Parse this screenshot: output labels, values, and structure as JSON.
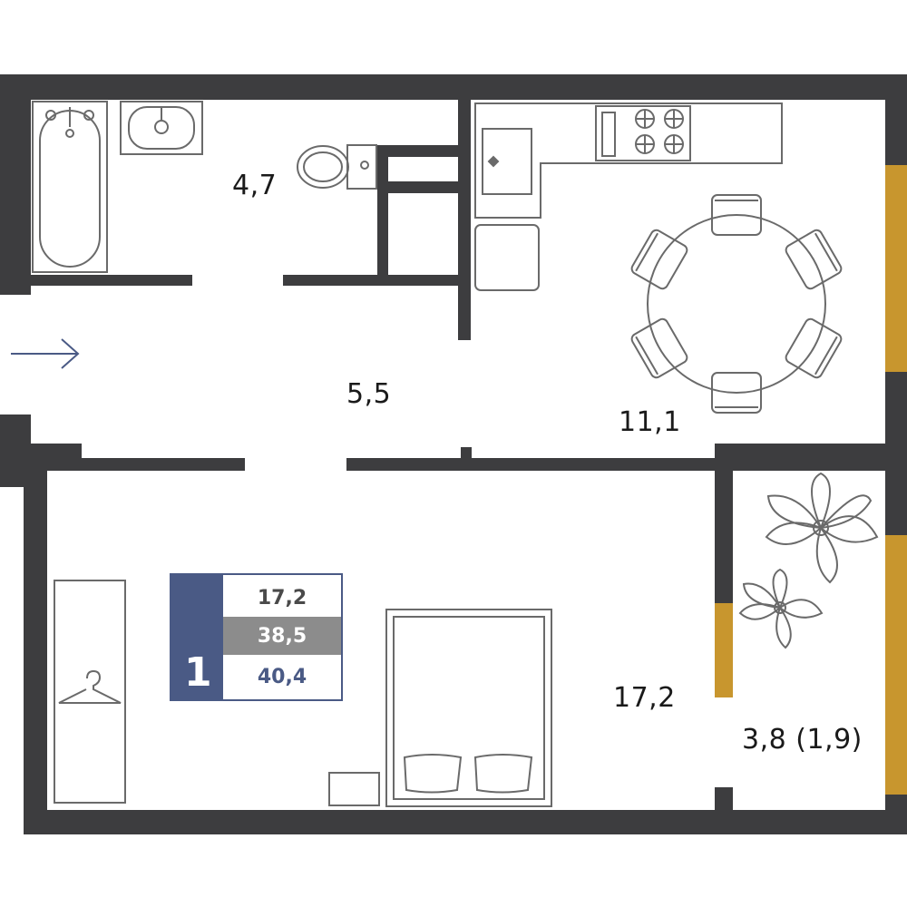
{
  "colors": {
    "wall": "#3d3d3f",
    "window": "#c8962e",
    "furniture_stroke": "#6a6a6a",
    "summary_accent": "#4a5a85",
    "summary_gray": "#8c8c8c",
    "entry_arrow": "#4a5a85"
  },
  "rooms": {
    "bathroom": "4,7",
    "hallway": "5,5",
    "kitchen": "11,1",
    "bedroom": "17,2",
    "balcony": "3,8 (1,9)"
  },
  "summary": {
    "room_count": "1",
    "living_area": "17,2",
    "total_area": "38,5",
    "total_area_with_balcony": "40,4"
  },
  "icons": {
    "entry": "arrow-right-icon",
    "wardrobe": "hanger-icon",
    "plants": "plant-icon"
  }
}
